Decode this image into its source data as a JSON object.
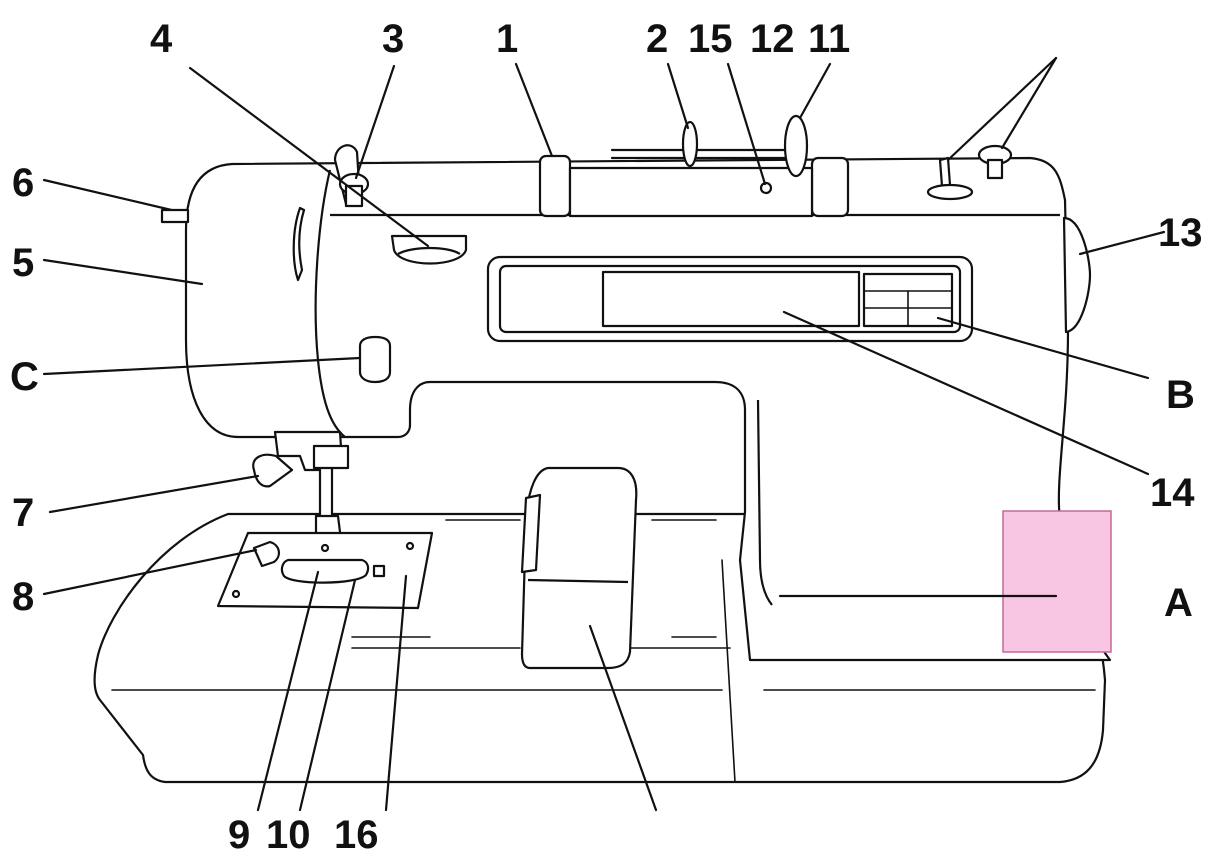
{
  "callouts": {
    "c1": "1",
    "c2": "2",
    "c3": "3",
    "c4": "4",
    "c5": "5",
    "c6": "6",
    "c7": "7",
    "c8": "8",
    "c9": "9",
    "c10": "10",
    "c11": "11",
    "c12": "12",
    "c13": "13",
    "c14": "14",
    "c15": "15",
    "c16": "16",
    "cA": "A",
    "cB": "B",
    "cC": "C"
  },
  "colors": {
    "highlight": "#f8c6e2",
    "highlight_stroke": "#c4689a",
    "line": "#111111"
  }
}
